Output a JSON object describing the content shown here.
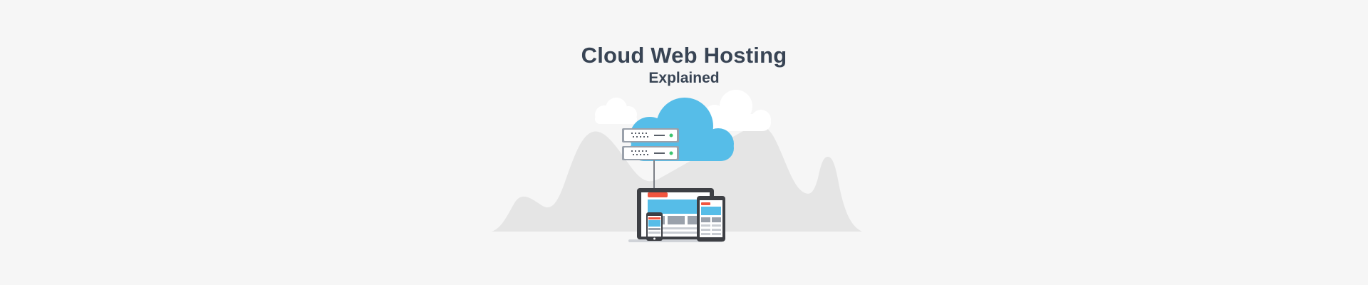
{
  "header": {
    "title": "Cloud Web Hosting",
    "subtitle": "Explained"
  },
  "colors": {
    "background": "#f6f6f6",
    "text": "#384454",
    "cloud_blue": "#56bde8",
    "white_cloud": "#ffffff",
    "mountains": "#e5e5e5",
    "device_frame": "#3d3f44",
    "accent_red": "#f0553f",
    "server_led": "#3cc46f"
  },
  "illustration": {
    "icons": [
      "mountains",
      "white-cloud",
      "blue-cloud",
      "server-rack",
      "laptop",
      "tablet",
      "smartphone"
    ]
  }
}
